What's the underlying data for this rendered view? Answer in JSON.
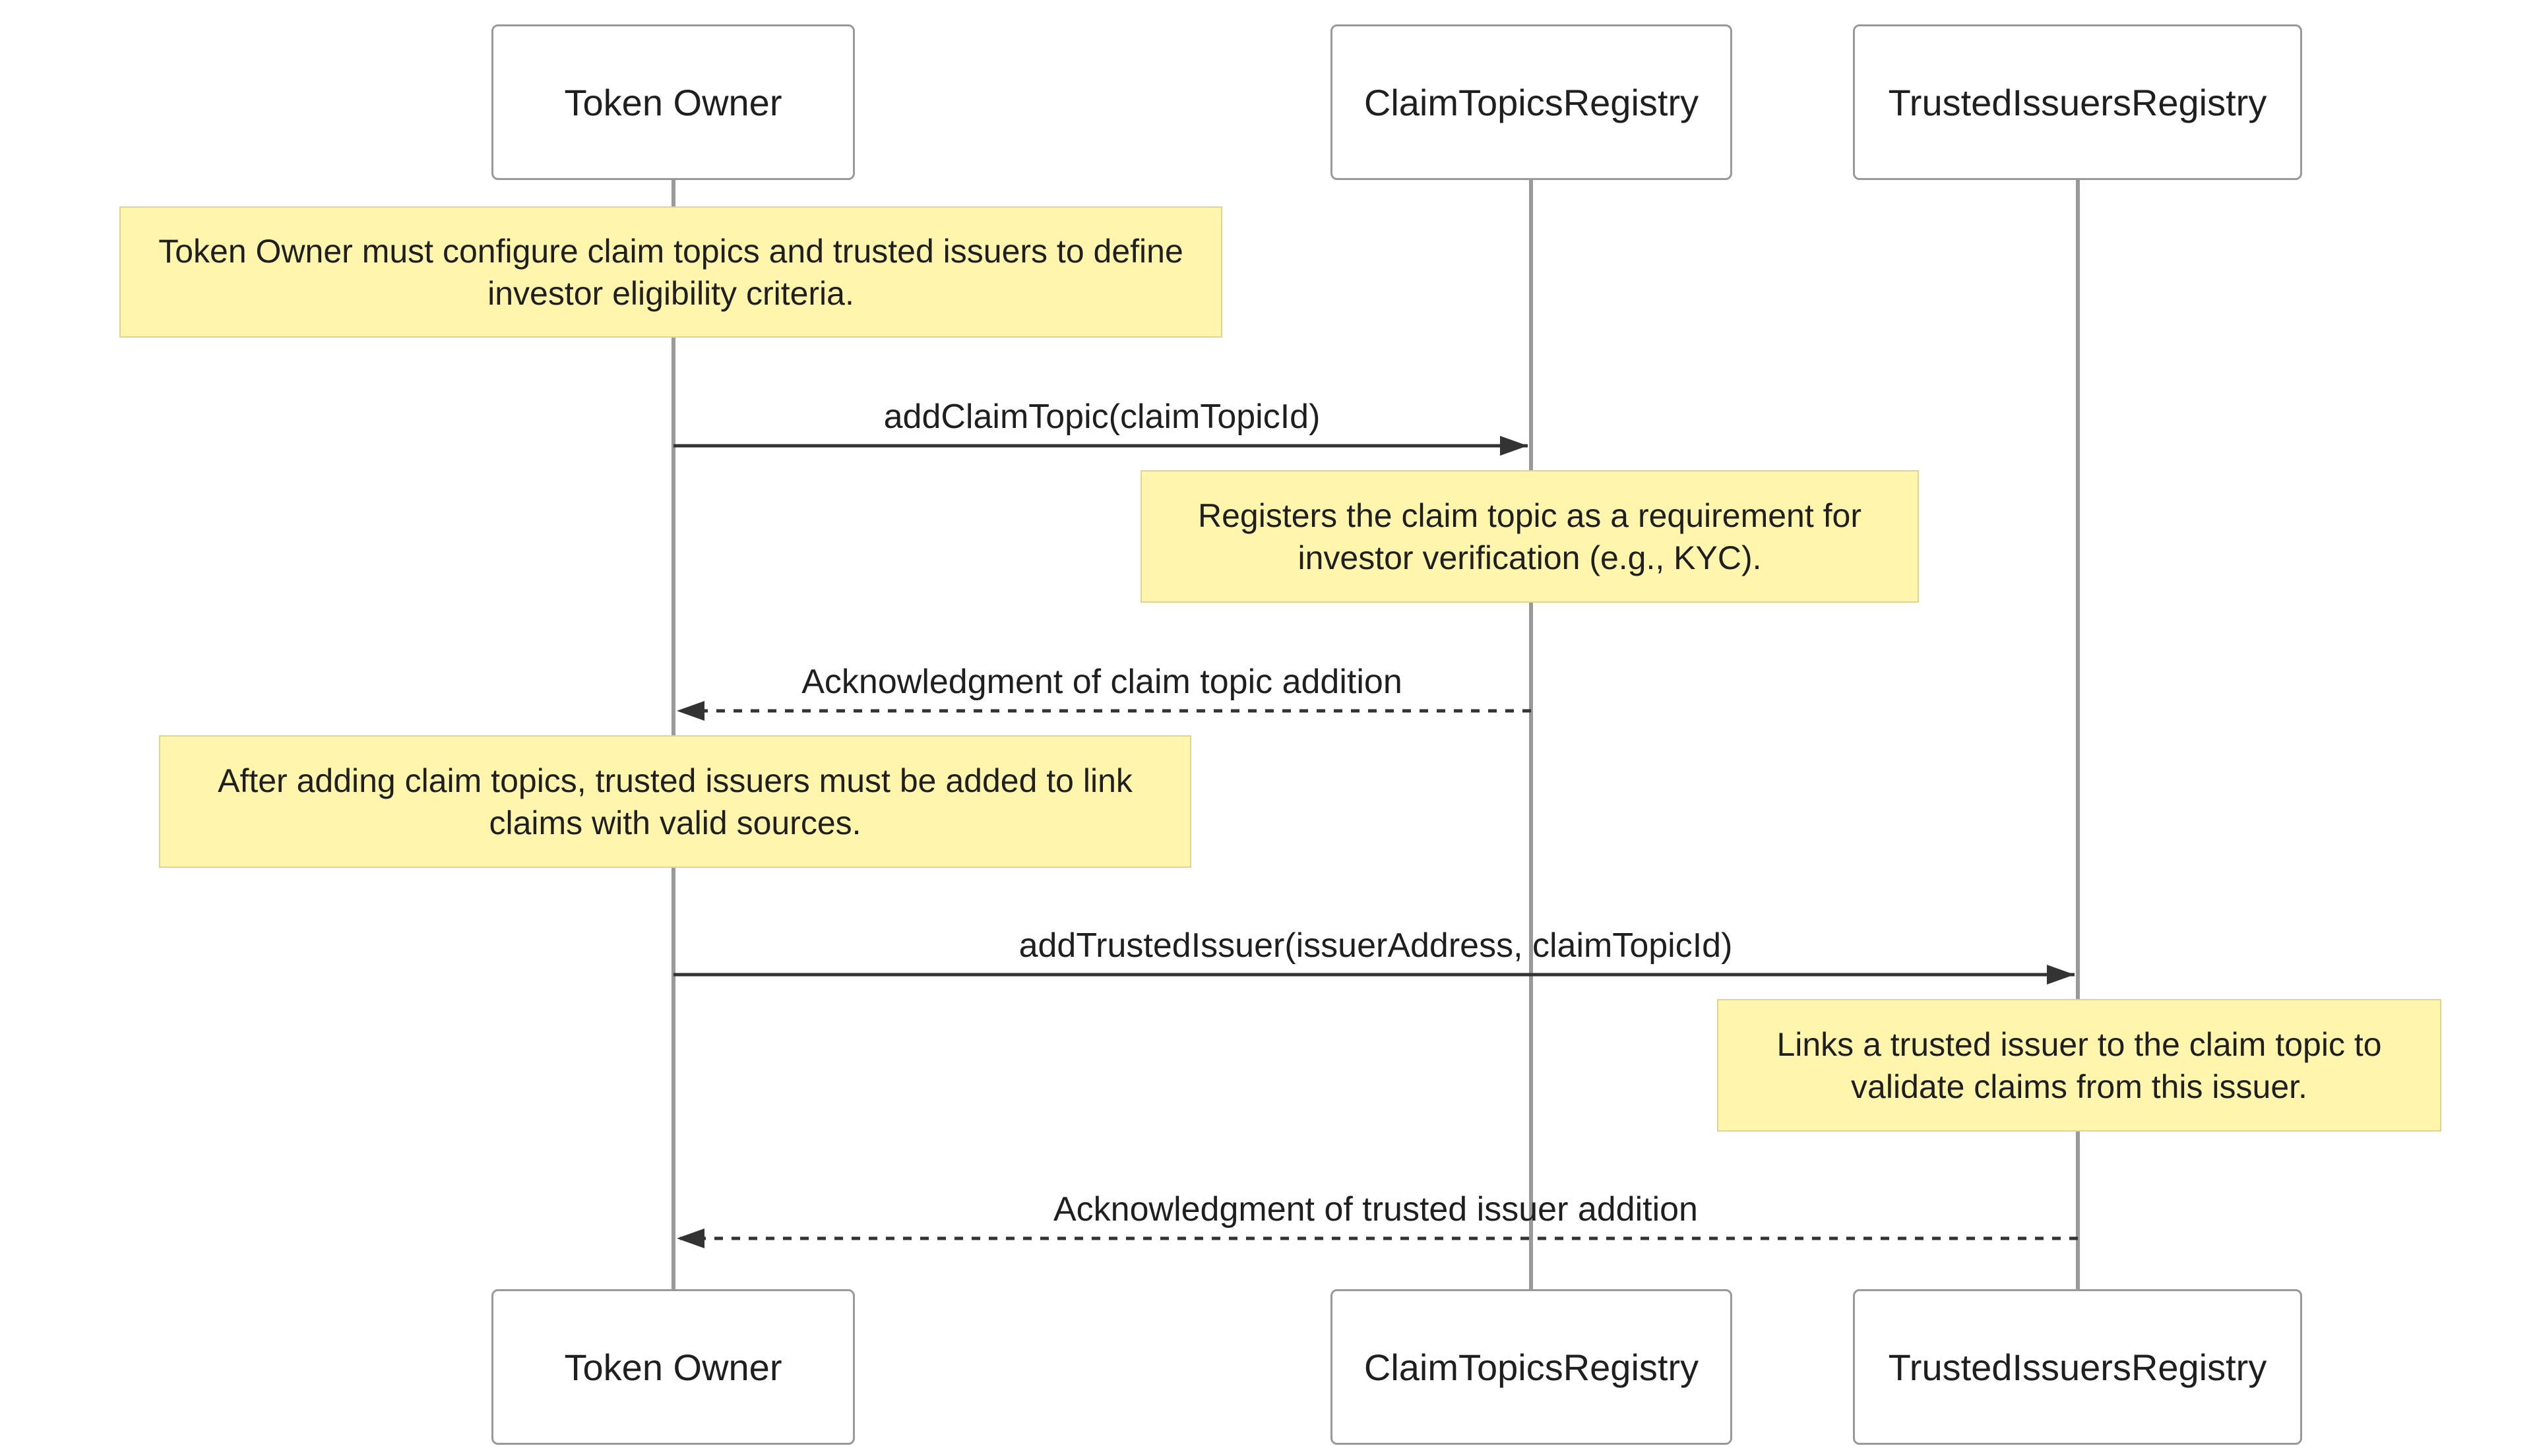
{
  "diagram": {
    "type": "sequence",
    "actors": [
      {
        "id": "token-owner",
        "label": "Token Owner"
      },
      {
        "id": "claim-topics-registry",
        "label": "ClaimTopicsRegistry"
      },
      {
        "id": "trusted-issuers-registry",
        "label": "TrustedIssuersRegistry"
      }
    ],
    "notes": [
      {
        "over": "Token Owner",
        "text": "Token Owner must configure claim topics and trusted issuers to define investor eligibility criteria."
      },
      {
        "over": "ClaimTopicsRegistry",
        "text": "Registers the claim topic as a requirement for investor verification (e.g., KYC)."
      },
      {
        "over": "Token Owner",
        "text": "After adding claim topics, trusted issuers must be added to link claims with valid sources."
      },
      {
        "over": "TrustedIssuersRegistry",
        "text": "Links a trusted issuer to the claim topic to validate claims from this issuer."
      }
    ],
    "messages": [
      {
        "from": "Token Owner",
        "to": "ClaimTopicsRegistry",
        "style": "solid",
        "label": "addClaimTopic(claimTopicId)"
      },
      {
        "from": "ClaimTopicsRegistry",
        "to": "Token Owner",
        "style": "dashed",
        "label": "Acknowledgment of claim topic addition"
      },
      {
        "from": "Token Owner",
        "to": "TrustedIssuersRegistry",
        "style": "solid",
        "label": "addTrustedIssuer(issuerAddress, claimTopicId)"
      },
      {
        "from": "TrustedIssuersRegistry",
        "to": "Token Owner",
        "style": "dashed",
        "label": "Acknowledgment of trusted issuer addition"
      }
    ],
    "colors": {
      "note_fill": "#fff5ad",
      "note_border": "#e0d588",
      "actor_fill": "#ffffff",
      "actor_border": "#999999",
      "lifeline": "#999999",
      "message_line": "#333333",
      "text": "#1f1f1f",
      "background": "#ffffff"
    }
  }
}
